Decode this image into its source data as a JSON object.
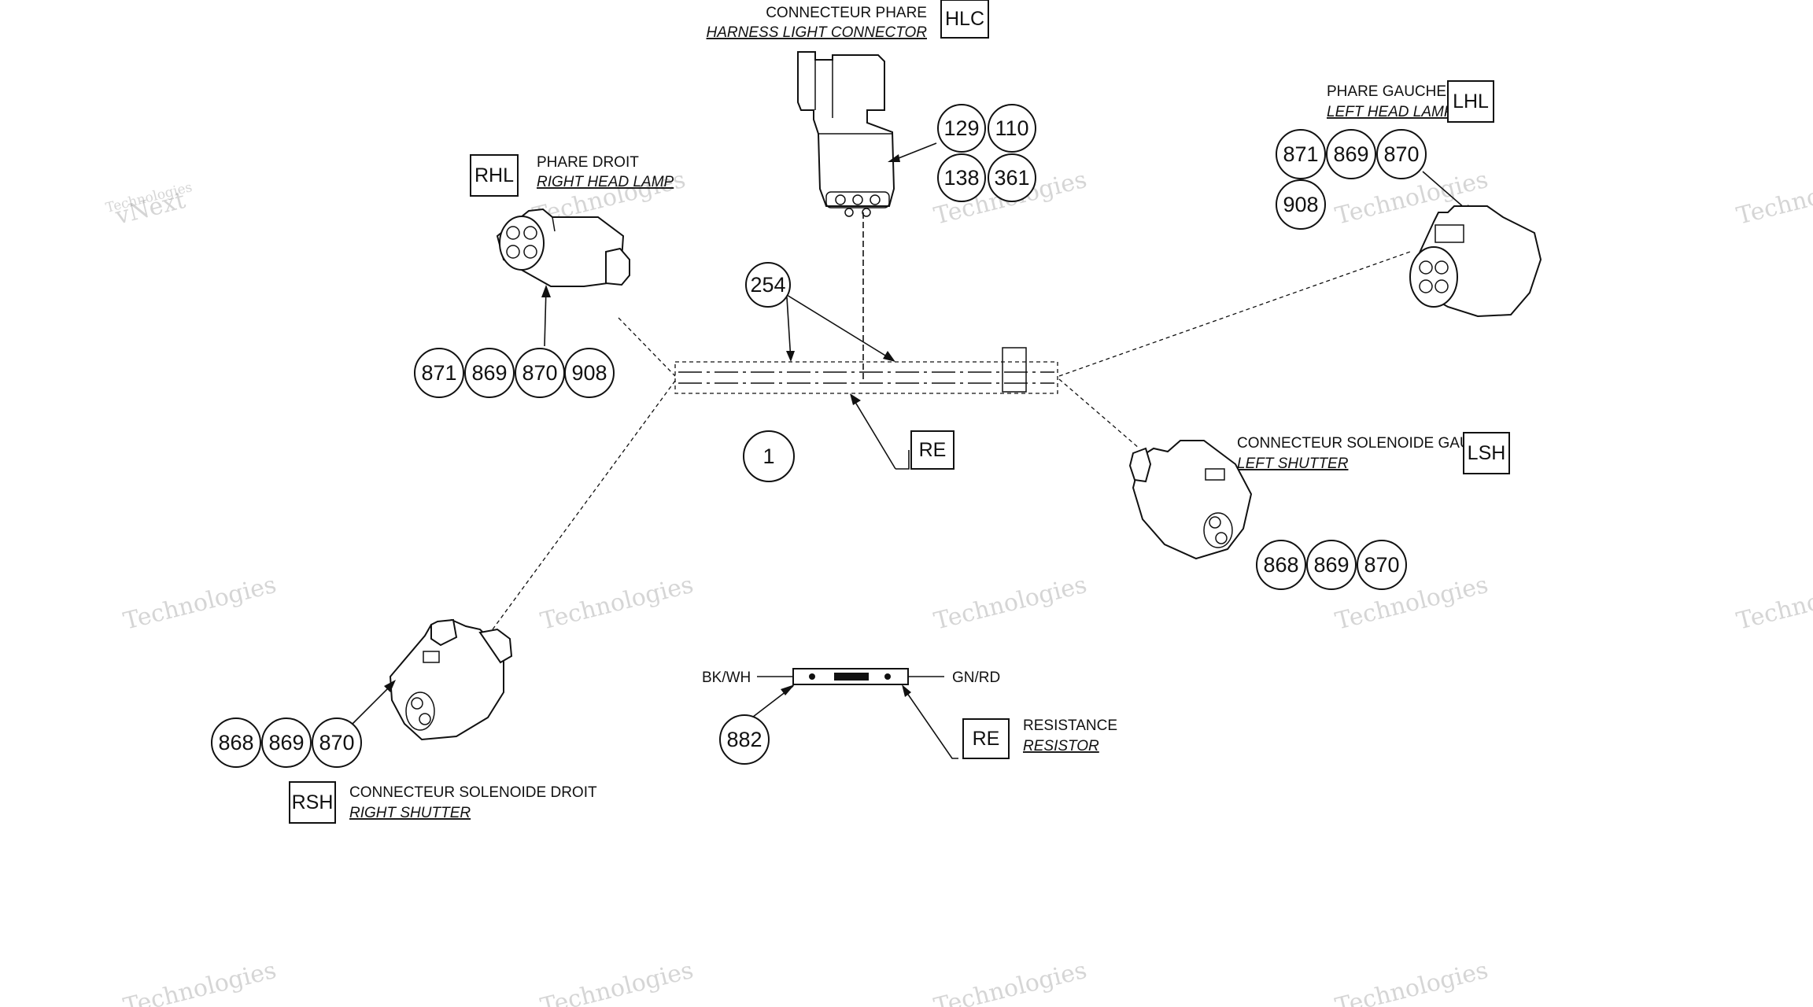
{
  "labels": {
    "hlc_fr": "CONNECTEUR PHARE",
    "hlc_en": "HARNESS LIGHT CONNECTOR",
    "hlc_code": "HLC",
    "rhl_fr": "PHARE DROIT",
    "rhl_en": "RIGHT HEAD LAMP",
    "rhl_code": "RHL",
    "lhl_fr": "PHARE GAUCHE",
    "lhl_en": "LEFT HEAD LAMP",
    "lhl_code": "LHL",
    "lsh_fr": "CONNECTEUR SOLENOIDE GAUCHE",
    "lsh_en": "LEFT SHUTTER",
    "lsh_code": "LSH",
    "rsh_fr": "CONNECTEUR SOLENOIDE DROIT",
    "rsh_en": "RIGHT SHUTTER",
    "rsh_code": "RSH",
    "re_code": "RE",
    "res_code": "RE",
    "res_fr": "RESISTANCE",
    "res_en": "RESISTOR",
    "wire_left": "BK/WH",
    "wire_right": "GN/RD"
  },
  "callouts": {
    "hlc": [
      "129",
      "110",
      "138",
      "361"
    ],
    "rhl": [
      "871",
      "869",
      "870",
      "908"
    ],
    "lhl": [
      "871",
      "869",
      "870",
      "908"
    ],
    "lsh": [
      "868",
      "869",
      "870"
    ],
    "rsh": [
      "868",
      "869",
      "870"
    ],
    "main_254": "254",
    "main_1": "1",
    "res_882": "882"
  },
  "watermark": {
    "line1": "vNext",
    "line2": "Technologies"
  }
}
